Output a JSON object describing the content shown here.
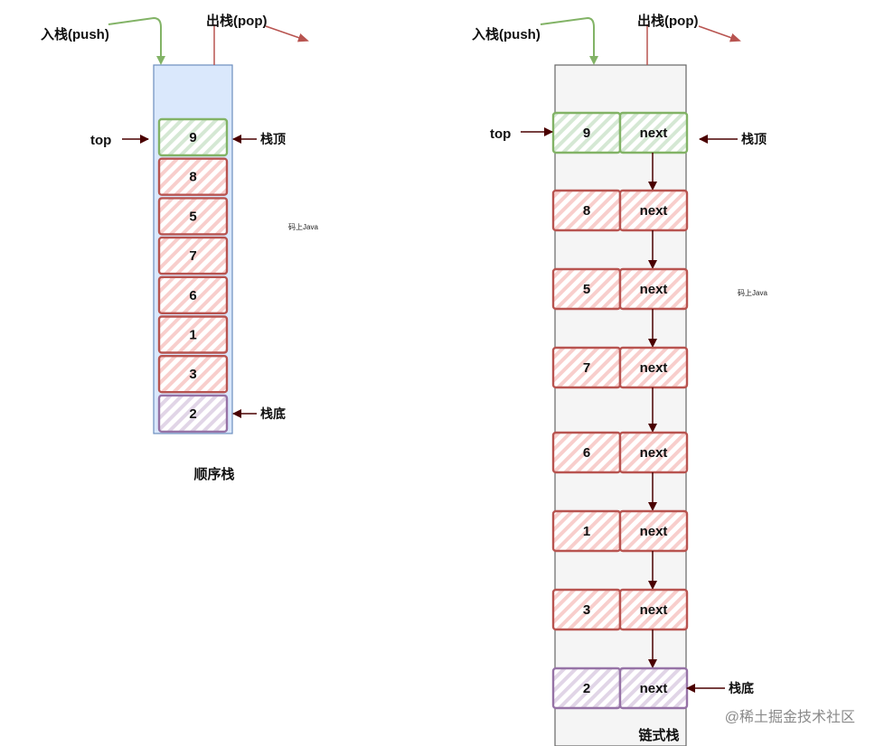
{
  "seq_stack": {
    "push_label": "入栈(push)",
    "pop_label": "出栈(pop)",
    "top_label": "top",
    "top_marker": "栈顶",
    "bottom_marker": "栈底",
    "caption": "顺序栈",
    "values": [
      "9",
      "8",
      "5",
      "7",
      "6",
      "1",
      "3",
      "2"
    ],
    "watermark": "码上Java"
  },
  "linked_stack": {
    "push_label": "入栈(push)",
    "pop_label": "出栈(pop)",
    "top_label": "top",
    "top_marker": "栈顶",
    "bottom_marker": "栈底",
    "caption": "链式栈",
    "values": [
      "9",
      "8",
      "5",
      "7",
      "6",
      "1",
      "3",
      "2"
    ],
    "next_label": "next",
    "watermark": "码上Java"
  },
  "footer_watermark": "@稀土掘金技术社区",
  "colors": {
    "green_stroke": "#82b366",
    "green_fill": "#d5e8d4",
    "red_stroke": "#b85450",
    "red_fill": "#f8cecc",
    "purple_stroke": "#9673a6",
    "purple_fill": "#e1d5e7",
    "seq_container": "#dae8fc",
    "linked_container": "#f5f5f5",
    "arrow_dark": "#4a0000"
  }
}
